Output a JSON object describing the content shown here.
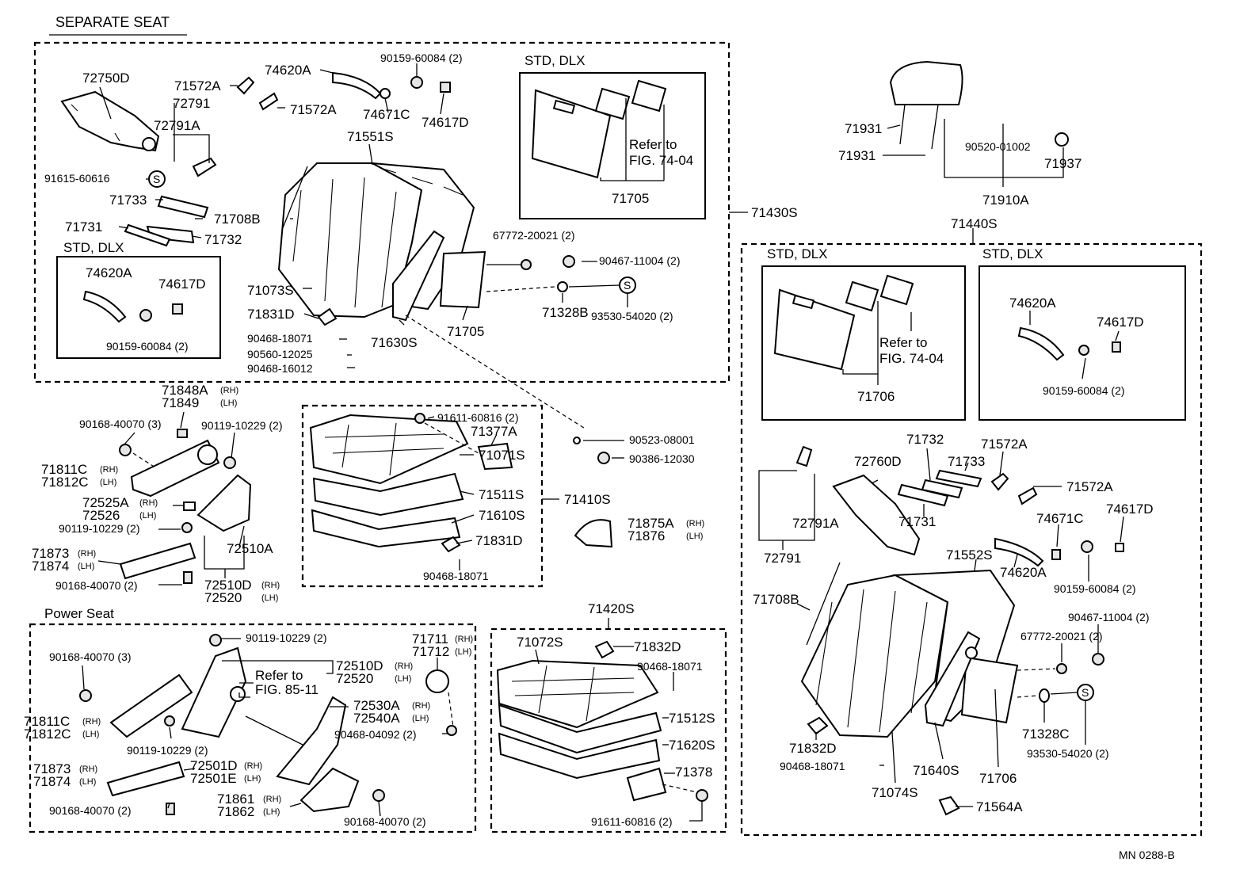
{
  "header": {
    "title": "SEPARATE SEAT",
    "code": "MN  0288-B"
  },
  "groups": {
    "std_dlx": "STD, DLX",
    "power_seat": "Power Seat",
    "refer_to": "Refer to",
    "fig_74_04": "FIG. 74-04",
    "fig_85_11": "FIG. 85-11"
  },
  "labels": [
    "72750D",
    "71572A",
    "72791",
    "72791A",
    "74620A",
    "71572A",
    "74671C",
    "90159-60084 (2)",
    "74617D",
    "91615-60616",
    "71551S",
    "71733",
    "71708B",
    "71731",
    "71732",
    "74620A",
    "74617D",
    "90159-60084 (2)",
    "71073S",
    "71831D",
    "90468-18071",
    "90560-12025",
    "90468-16012",
    "71630S",
    "71705",
    "67772-20021 (2)",
    "90467-11004 (2)",
    "71328B",
    "93530-54020 (2)",
    "71705",
    "71430S",
    "71931",
    "71931",
    "90520-01002",
    "71937",
    "71910A",
    "71440S",
    "71848A",
    "(RH)",
    "71849",
    "(LH)",
    "90168-40070 (3)",
    "90119-10229 (2)",
    "71811C",
    "(RH)",
    "71812C",
    "(LH)",
    "72525A",
    "(RH)",
    "72526",
    "(LH)",
    "90119-10229 (2)",
    "72510A",
    "71873",
    "(RH)",
    "71874",
    "(LH)",
    "90168-40070 (2)",
    "72510D",
    "(RH)",
    "72520",
    "(LH)",
    "91611-60816 (2)",
    "71377A",
    "71071S",
    "71511S",
    "71410S",
    "71610S",
    "71831D",
    "90468-18071",
    "90523-08001",
    "90386-12030",
    "71875A",
    "(RH)",
    "71876",
    "(LH)",
    "90119-10229 (2)",
    "90168-40070 (3)",
    "72510D",
    "(RH)",
    "72520",
    "(LH)",
    "71711",
    "(RH)",
    "71712",
    "(LH)",
    "71811C",
    "(RH)",
    "71812C",
    "(LH)",
    "72530A",
    "(RH)",
    "72540A",
    "(LH)",
    "90119-10229 (2)",
    "90468-04092 (2)",
    "71873",
    "(RH)",
    "71874",
    "(LH)",
    "72501D",
    "(RH)",
    "72501E",
    "(LH)",
    "71861",
    "(RH)",
    "71862",
    "(LH)",
    "90168-40070 (2)",
    "90168-40070 (2)",
    "71420S",
    "71072S",
    "71832D",
    "90468-18071",
    "71512S",
    "71620S",
    "71378",
    "91611-60816 (2)",
    "74620A",
    "74617D",
    "90159-60084 (2)",
    "71706",
    "71732",
    "71733",
    "71572A",
    "72760D",
    "71572A",
    "72791A",
    "71731",
    "74671C",
    "74617D",
    "72791",
    "71552S",
    "74620A",
    "90159-60084 (2)",
    "71708B",
    "90467-11004 (2)",
    "67772-20021 (2)",
    "71328C",
    "93530-54020 (2)",
    "71832D",
    "90468-18071",
    "71074S",
    "71640S",
    "71706",
    "71564A"
  ]
}
